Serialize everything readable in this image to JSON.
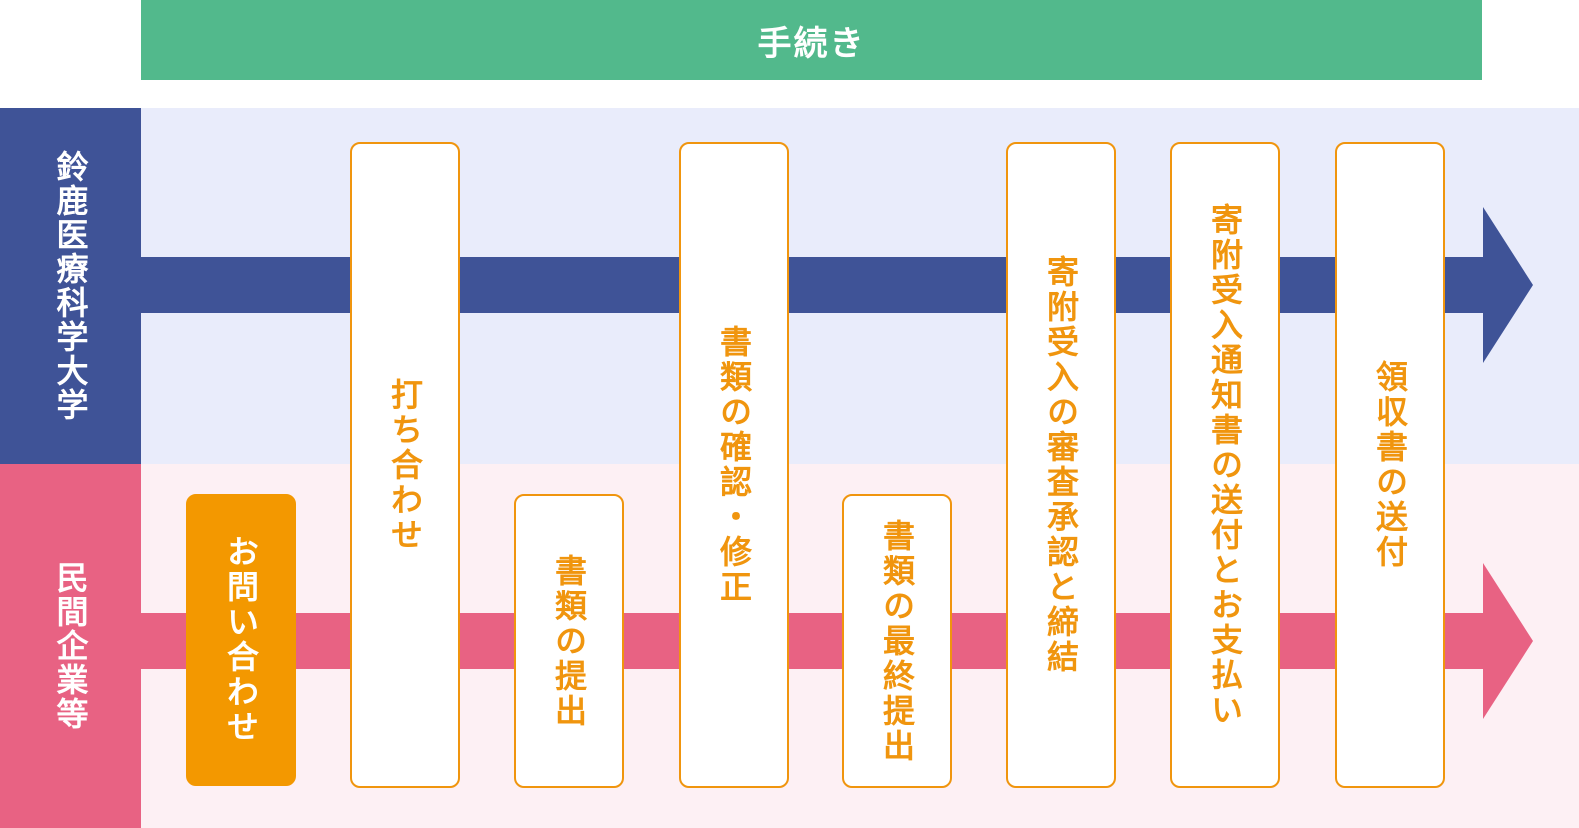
{
  "header": {
    "title": "手続き"
  },
  "lanes": {
    "university": {
      "label": "鈴鹿医療科学大学",
      "color": "#3f5397"
    },
    "company": {
      "label": "民間企業等",
      "color": "#e86283"
    }
  },
  "steps": [
    {
      "label": "お問い合わせ",
      "lane": "company"
    },
    {
      "label": "打ち合わせ",
      "lane": "both"
    },
    {
      "label": "書類の提出",
      "lane": "company"
    },
    {
      "label": "書類の確認・修正",
      "lane": "both"
    },
    {
      "label": "書類の最終提出",
      "lane": "company"
    },
    {
      "label": "寄附受入の審査承認と締結",
      "lane": "both"
    },
    {
      "label": "寄附受入通知書の送付とお支払い",
      "lane": "both"
    },
    {
      "label": "領収書の送付",
      "lane": "both"
    }
  ],
  "colors": {
    "header": "#52b98c",
    "step_border": "#f0950e",
    "step_filled": "#f39800"
  }
}
